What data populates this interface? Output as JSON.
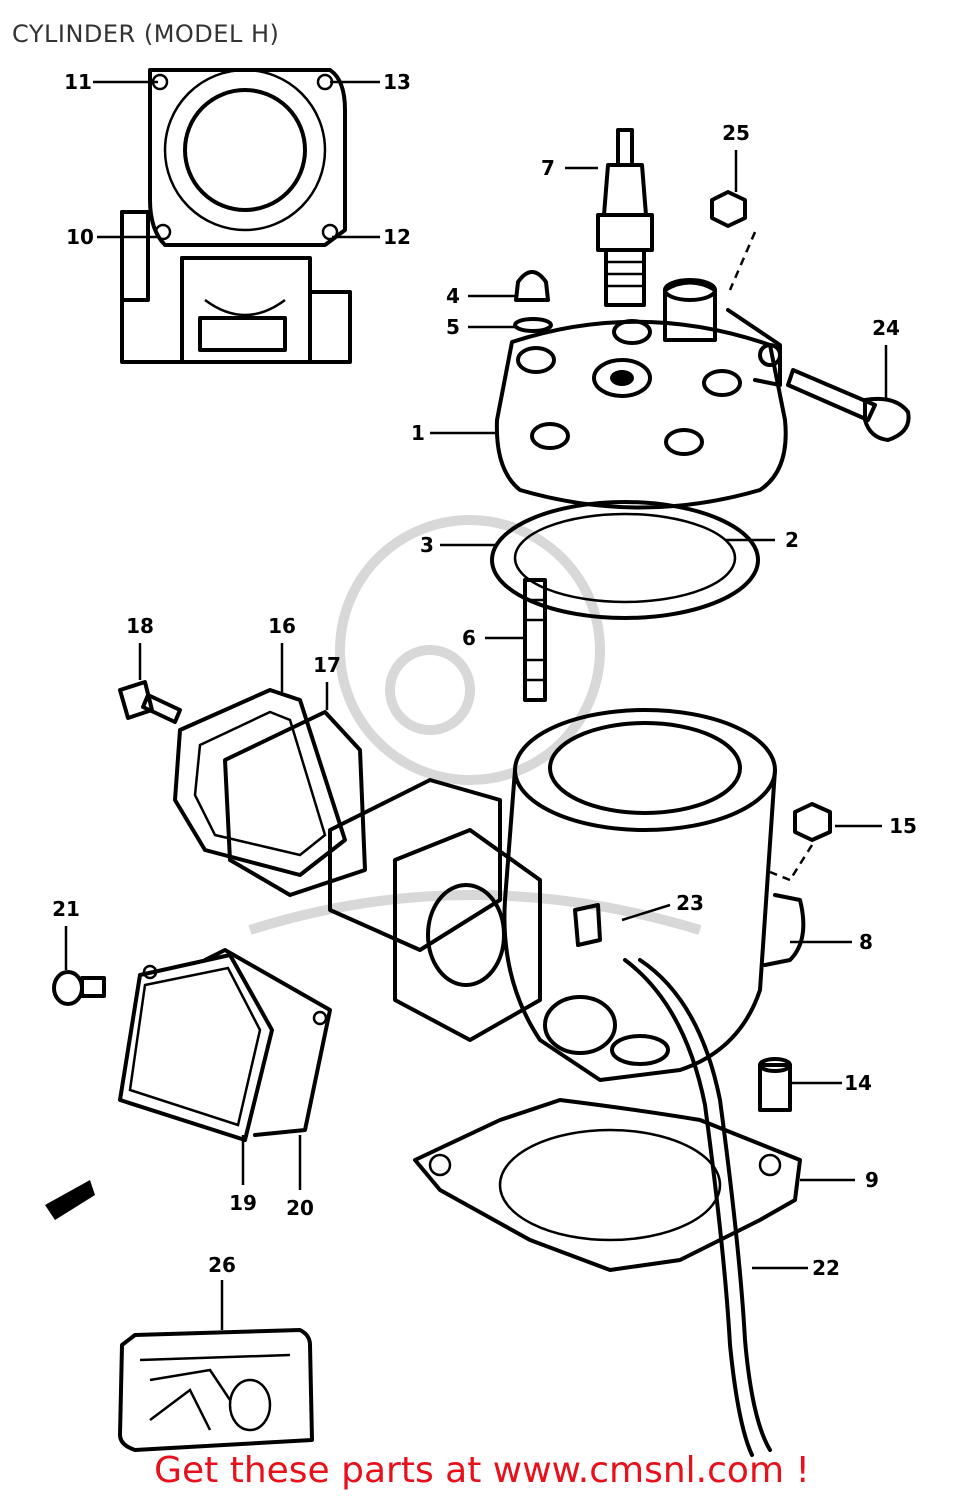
{
  "title": "CYLINDER (MODEL H)",
  "footer": "Get these parts at www.cmsnl.com !",
  "callouts": [
    "1",
    "2",
    "3",
    "4",
    "5",
    "6",
    "7",
    "8",
    "9",
    "10",
    "11",
    "12",
    "13",
    "14",
    "15",
    "16",
    "17",
    "18",
    "19",
    "20",
    "21",
    "22",
    "23",
    "24",
    "25",
    "26"
  ],
  "colors": {
    "footer": "#e8101a",
    "line": "#000000",
    "title": "#333333"
  },
  "icons": {
    "front": "fwd-arrow-icon"
  }
}
